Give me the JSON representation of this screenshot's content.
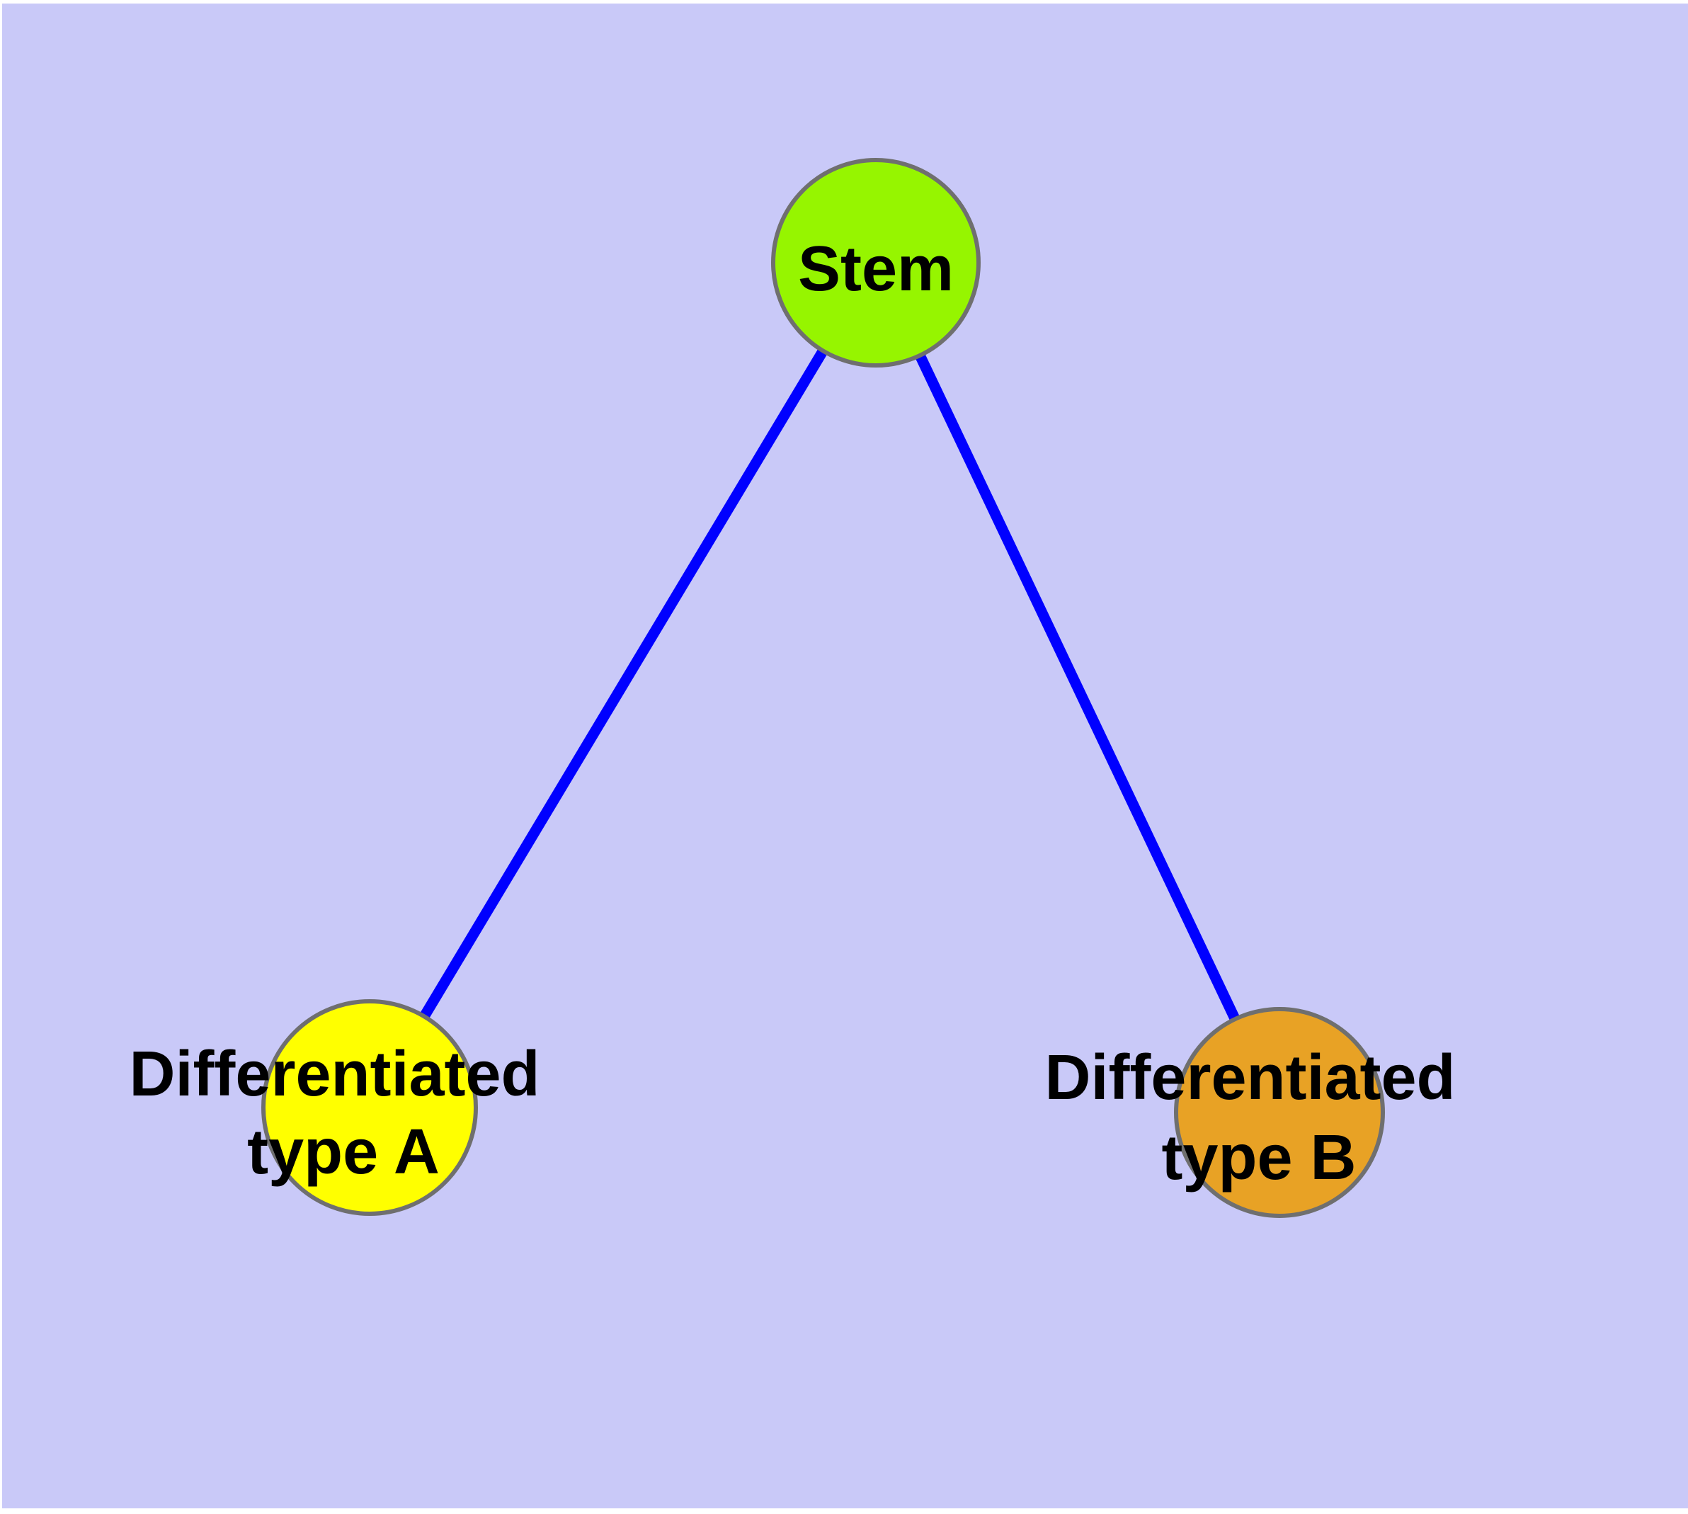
{
  "diagram": {
    "type": "node-link-graph",
    "title": "",
    "page_margin_color": "#FFFFFF",
    "background_color": "#C9C9F8",
    "edge_color": "#0000FF",
    "edge_width": "15",
    "node_border_color": "#6F6F6F",
    "node_border_width": "6",
    "label_color": "#000000",
    "nodes": [
      {
        "id": "stem",
        "label": "Stem",
        "label_line1": "Stem",
        "label_line2": "",
        "fill": "#96F500",
        "shape": "circle"
      },
      {
        "id": "differentiated-type-a",
        "label": "Differentiated type A",
        "label_line1": "Differentiated",
        "label_line2": "type A",
        "fill": "#FFFF00",
        "shape": "circle"
      },
      {
        "id": "differentiated-type-b",
        "label": "Differentiated type B",
        "label_line1": "Differentiated",
        "label_line2": "type B",
        "fill": "#E8A225",
        "shape": "circle"
      }
    ],
    "edges": [
      {
        "from": "Stem",
        "to": "Differentiated type A"
      },
      {
        "from": "Stem",
        "to": "Differentiated type B"
      }
    ]
  }
}
